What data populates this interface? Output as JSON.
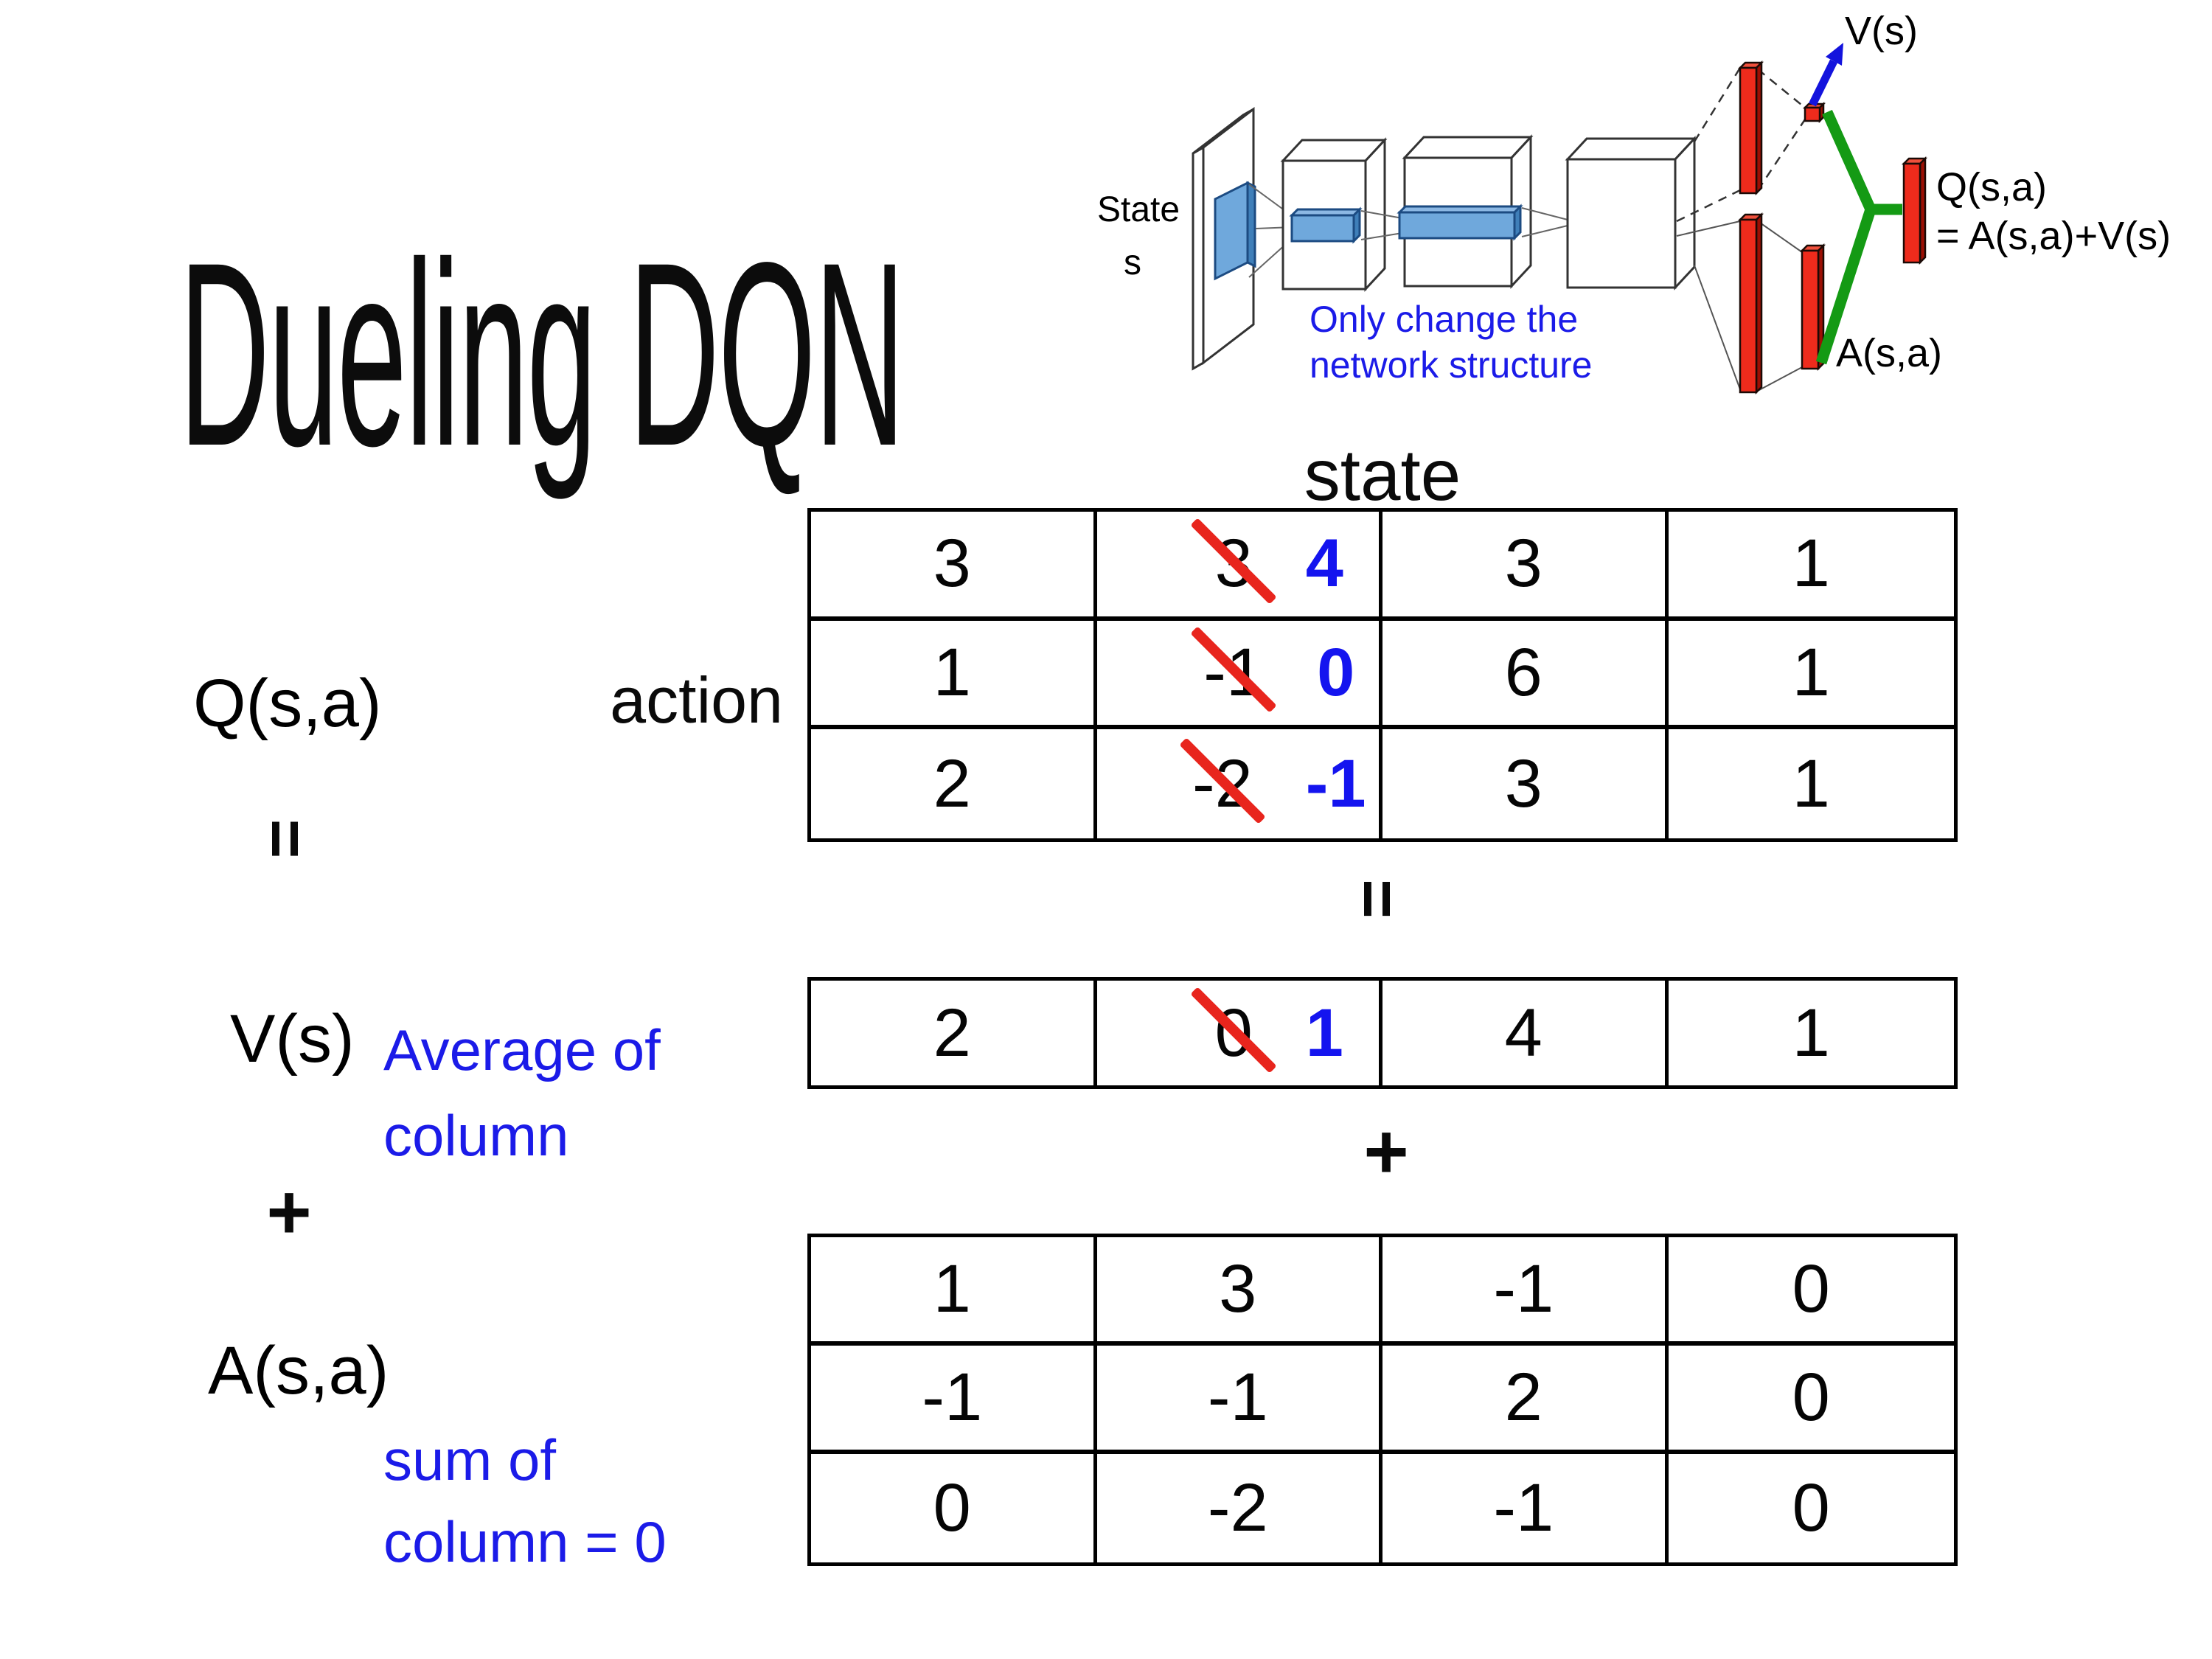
{
  "slide": {
    "title": "Dueling DQN"
  },
  "diagram": {
    "state_label_line1": "State",
    "state_label_line2": "s",
    "v_output_label": "V(s)",
    "q_output_label": "Q(s,a)",
    "q_output_formula": "= A(s,a)+V(s)",
    "a_output_label": "A(s,a)",
    "note_line1": "Only change the",
    "note_line2": "network structure",
    "colors": {
      "feature_blue": "#6fa8dc",
      "fc_red": "#ee2b1c",
      "merge_green": "#149a14",
      "arrow_blue": "#1313dd",
      "note_blue": "#1b1be8"
    }
  },
  "equation": {
    "q_label": "Q(s,a)",
    "equals_left": "=",
    "v_label": "V(s)",
    "plus_left": "+",
    "a_label": "A(s,a)",
    "action_label": "action",
    "state_header": "state",
    "equals_center": "=",
    "plus_center": "+",
    "avg_note_line1": "Average of",
    "avg_note_line2": "column",
    "sum_note_line1": "sum of",
    "sum_note_line2": "column = 0"
  },
  "tables": {
    "q": {
      "rows": [
        [
          "3",
          {
            "old": "3",
            "new": "4"
          },
          "3",
          "1"
        ],
        [
          "1",
          {
            "old": "-1",
            "new": "0"
          },
          "6",
          "1"
        ],
        [
          "2",
          {
            "old": "-2",
            "new": "-1"
          },
          "3",
          "1"
        ]
      ]
    },
    "v": {
      "rows": [
        [
          "2",
          {
            "old": "0",
            "new": "1"
          },
          "4",
          "1"
        ]
      ]
    },
    "a": {
      "rows": [
        [
          "1",
          "3",
          "-1",
          "0"
        ],
        [
          "-1",
          "-1",
          "2",
          "0"
        ],
        [
          "0",
          "-2",
          "-1",
          "0"
        ]
      ]
    },
    "crossed_color": "#e8251d",
    "replacement_color": "#1414ef"
  }
}
